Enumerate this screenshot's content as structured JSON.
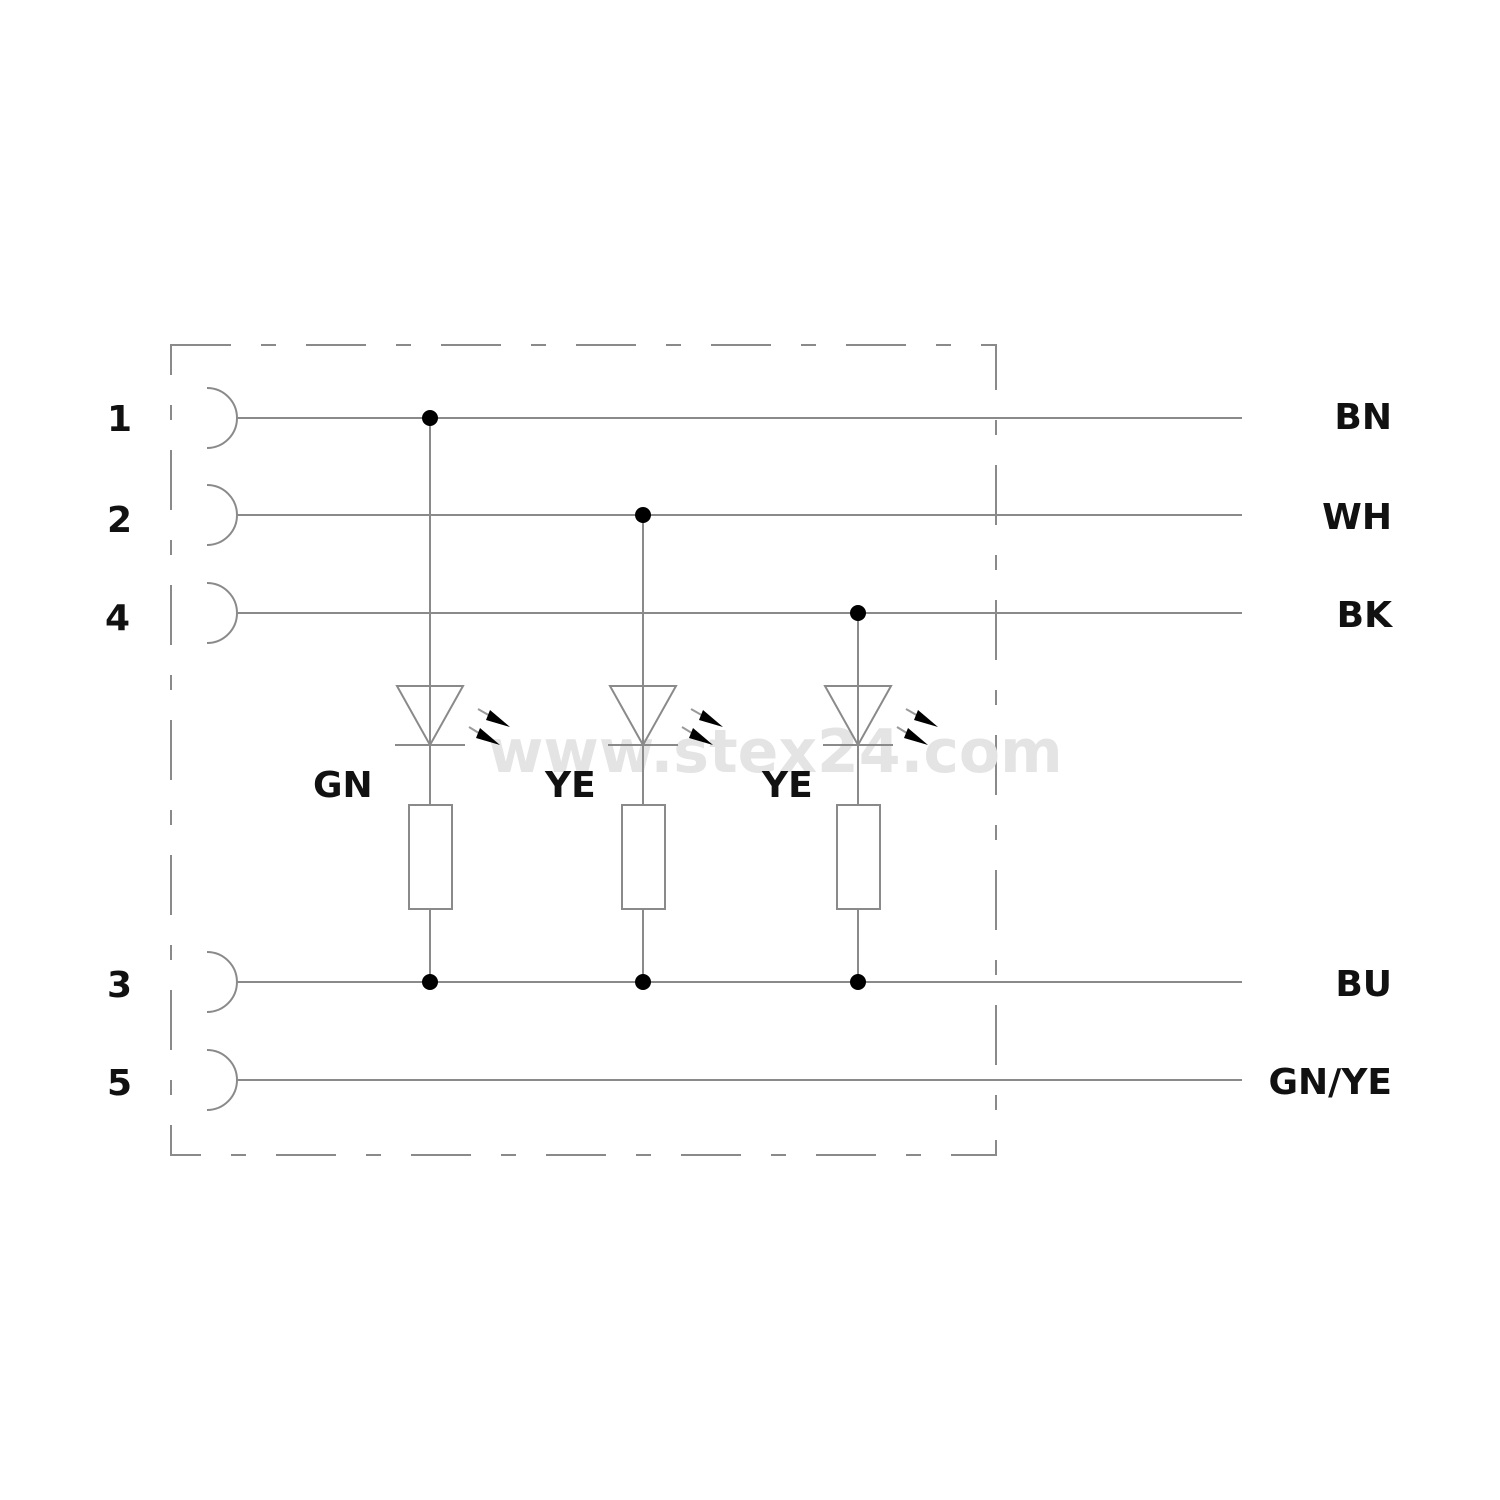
{
  "diagram": {
    "type": "connector wiring schematic",
    "watermark": "www.stex24.com",
    "pins": [
      {
        "pin": "1",
        "wire_color": "BN"
      },
      {
        "pin": "2",
        "wire_color": "WH"
      },
      {
        "pin": "4",
        "wire_color": "BK"
      },
      {
        "pin": "3",
        "wire_color": "BU"
      },
      {
        "pin": "5",
        "wire_color": "GN/YE"
      }
    ],
    "leds": [
      {
        "label": "GN",
        "from_pin": "1",
        "to_pin": "3"
      },
      {
        "label": "YE",
        "from_pin": "2",
        "to_pin": "3"
      },
      {
        "label": "YE",
        "from_pin": "4",
        "to_pin": "3"
      }
    ],
    "colors": {
      "wire": "#8a8a8a",
      "text": "#111111",
      "node": "#000000",
      "watermark": "#e4e4e4"
    }
  }
}
